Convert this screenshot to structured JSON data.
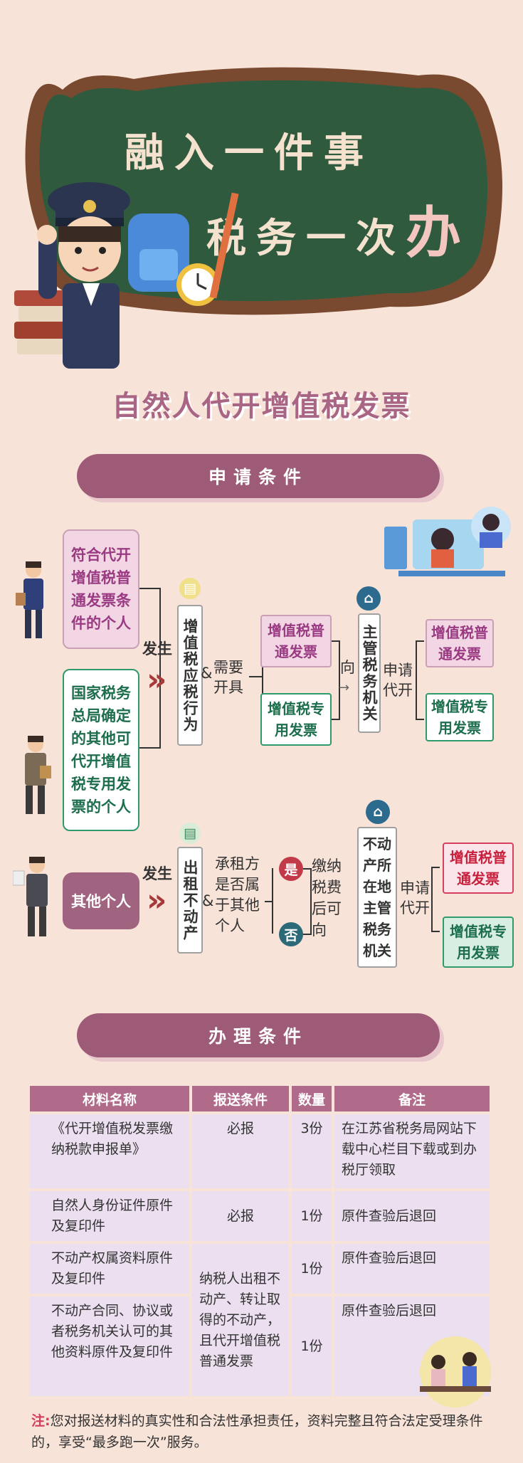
{
  "banner": {
    "line1": "融入一件事",
    "line2a": "税务一次",
    "line2b": "办"
  },
  "page_title": "自然人代开增值税发票",
  "section1": "申请条件",
  "section2": "办理条件",
  "flow": {
    "person1": "符合代开增值税普通发票条件的个人",
    "person2": "国家税务总局确定的其他可代开增值税专用发票的个人",
    "occur": "发生",
    "act1": "增值税应税行为",
    "amp": "&",
    "need": "需要开具",
    "inv_common": "增值税普通发票",
    "inv_special": "增值税专用发票",
    "to": "向",
    "authority1": "主管税务机关",
    "apply": "申请代开",
    "person3": "其他个人",
    "act2": "出租不动产",
    "lessor": "承租方是否属于其他个人",
    "yes": "是",
    "no": "否",
    "pay": "缴纳税费后可向",
    "authority2": "不动产所在地主管税务机关"
  },
  "table": {
    "headers": [
      "材料名称",
      "报送条件",
      "数量",
      "备注"
    ],
    "rows": [
      [
        "《代开增值税发票缴纳税款申报单》",
        "必报",
        "3份",
        "在江苏省税务局网站下载中心栏目下载或到办税厅领取"
      ],
      [
        "自然人身份证件原件及复印件",
        "必报",
        "1份",
        "原件查验后退回"
      ],
      [
        "不动产权属资料原件及复印件",
        "纳税人出租不动产、转让取得的不动产，且代开增值税普通发票",
        "1份",
        "原件查验后退回"
      ],
      [
        "不动产合同、协议或者税务机关认可的其他资料原件及复印件",
        "",
        "1份",
        "原件查验后退回"
      ]
    ]
  },
  "note_label": "注:",
  "note_text": "您对报送材料的真实性和合法性承担责任，资料完整且符合法定受理条件的，享受“最多跑一次”服务。",
  "colors": {
    "accent": "#9e5b78",
    "purple_box": "#f2d6e3",
    "green_border": "#2f9a6b",
    "board": "#2f5a3e"
  }
}
